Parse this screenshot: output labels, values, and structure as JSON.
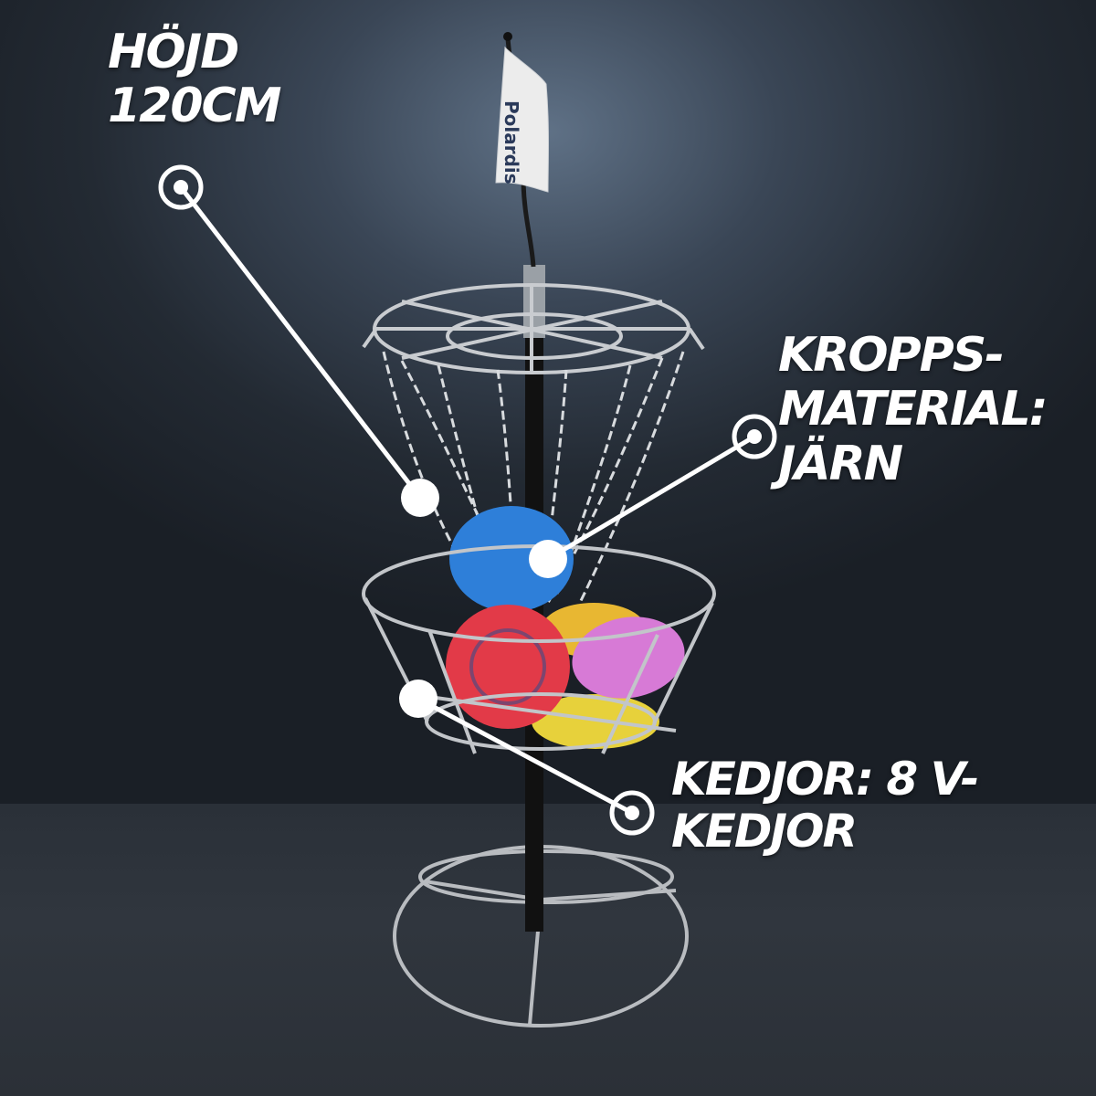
{
  "callouts": {
    "height": {
      "line1": "HÖJD",
      "line2": "120CM"
    },
    "material": {
      "line1": "KROPPS-",
      "line2": "MATERIAL:",
      "line3": "JÄRN"
    },
    "chains": {
      "line1": "KEDJOR: 8 V-",
      "line2": "KEDJOR"
    }
  },
  "flag": {
    "brand": "Polardis"
  },
  "colors": {
    "callout": "#ffffff",
    "pole": "#111111",
    "wire": "#c9ccd0",
    "disc_blue": "#2e7fd9",
    "disc_red": "#e23a48",
    "disc_pink": "#d77ad6",
    "disc_yellow": "#e7d13b"
  }
}
